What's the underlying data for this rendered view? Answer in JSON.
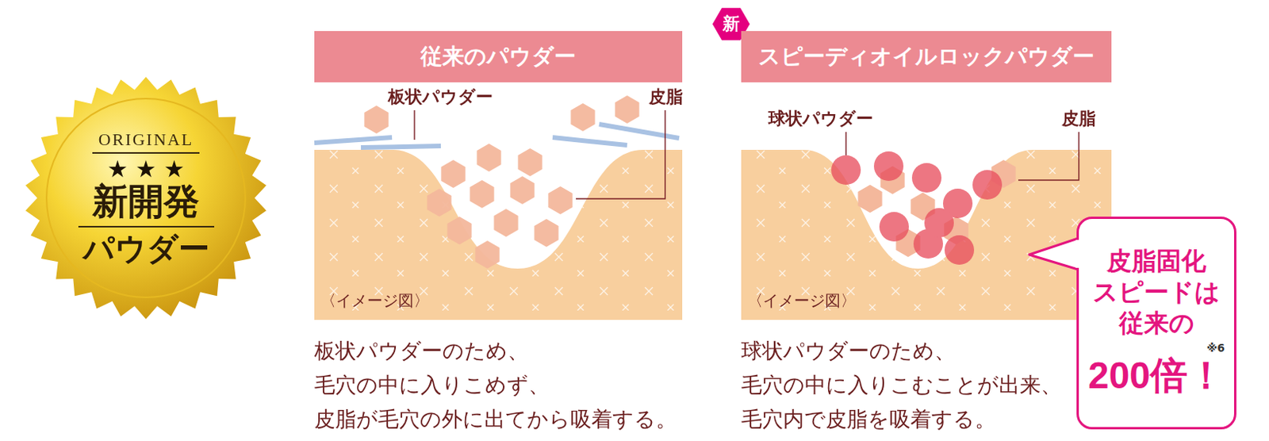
{
  "diagram": {
    "nodes": [
      {
        "text": [
          "ORIGINAL",
          "★ ★ ★",
          "新開発",
          "パウダー"
        ]
      },
      {
        "text": [
          "従来のパウダー"
        ]
      },
      {
        "text": [
          "板状パウダー",
          "皮脂",
          "〈イメージ図〉"
        ]
      },
      {
        "text": [
          "新"
        ]
      },
      {
        "text": [
          "スピーディオイルロックパウダー"
        ]
      },
      {
        "text": [
          "球状パウダー",
          "皮脂",
          "〈イメージ図〉"
        ]
      },
      {
        "text": [
          "皮脂固化 スピードは 従来の",
          "※6",
          "200倍！"
        ]
      }
    ],
    "labels": [
      "板状パウダーのため、 毛穴の中に入りこめず、 皮脂が毛穴の外に出てから吸着する。",
      "球状パウダーのため、 毛穴の中に入りこむことが出来、 毛穴内で皮脂を吸着する。"
    ]
  }
}
